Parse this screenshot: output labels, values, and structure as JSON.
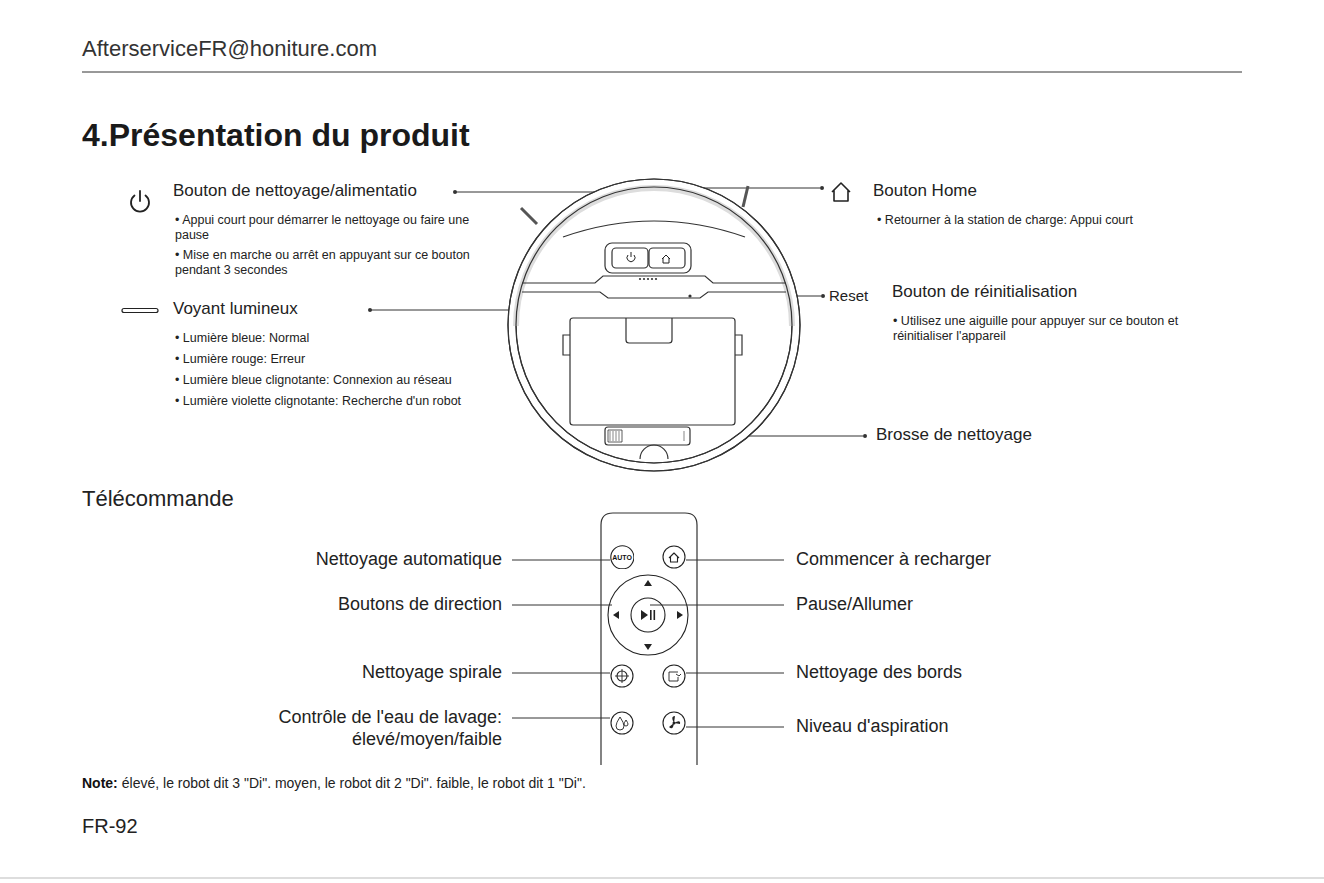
{
  "diagram": {
    "title": "4.Présentation du produit",
    "nodes": [
      {
        "text": [
          "AUTO"
        ]
      }
    ],
    "labels": [
      "AfterserviceFR@honiture.com",
      "Bouton de nettoyage/alimentatio",
      "• Appui court pour démarrer le nettoyage ou faire une pause",
      "• Mise en marche ou arrêt en appuyant sur ce bouton pendant 3 secondes",
      "Voyant lumineux",
      "• Lumière bleue: Normal",
      "• Lumière rouge: Erreur",
      "• Lumière bleue clignotante: Connexion au réseau",
      "• Lumière violette clignotante: Recherche d'un robot",
      "Bouton Home",
      "• Retourner à la station de charge: Appui court",
      "Reset",
      "Bouton de réinitialisation",
      "• Utilisez une aiguille pour appuyer sur ce bouton et réinitialiser l'appareil",
      "Brosse de nettoyage",
      "Télécommande",
      "Nettoyage automatique",
      "Boutons de direction",
      "Nettoyage spirale",
      "Contrôle de l'eau de lavage: élevé/moyen/faible",
      "Commencer à recharger",
      "Pause/Allumer",
      "Nettoyage des bords",
      "Niveau d'aspiration",
      "Note:",
      "élevé, le robot dit 3 \"Di\". moyen, le robot dit 2 \"Di\". faible, le robot dit 1 \"Di\".",
      "FR-92"
    ]
  }
}
